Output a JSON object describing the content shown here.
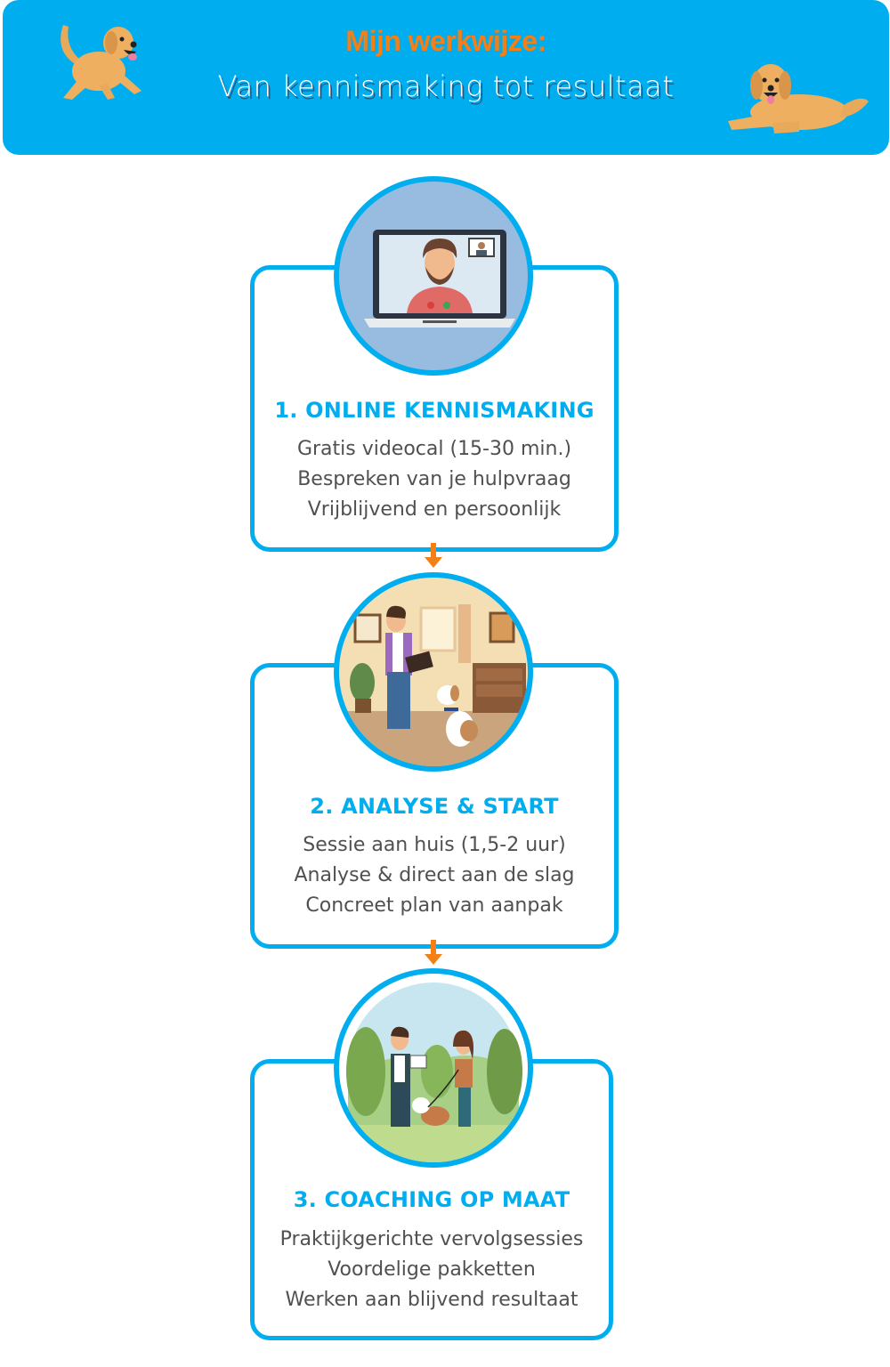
{
  "banner": {
    "title": "Mijn werkwijze:",
    "subtitle": "Van kennismaking tot resultaat",
    "background_color": "#00aeef",
    "title_color": "#f47f16",
    "icons": [
      "running-dog-icon",
      "lying-dog-icon"
    ]
  },
  "steps": [
    {
      "title": "1. ONLINE KENNISMAKING",
      "illustration": "video-call-laptop-illustration",
      "lines": [
        "Gratis videocal (15-30 min.)",
        "Bespreken van je hulpvraag",
        "Vrijblijvend en persoonlijk"
      ]
    },
    {
      "title": "2. ANALYSE & START",
      "illustration": "home-session-trainer-dog-illustration",
      "lines": [
        "Sessie aan huis (1,5-2 uur)",
        "Analyse & direct aan de slag",
        "Concreet plan van aanpak"
      ]
    },
    {
      "title": "3. COACHING OP MAAT",
      "illustration": "park-coaching-walk-illustration",
      "lines": [
        "Praktijkgerichte vervolgsessies",
        "Voordelige pakketten",
        "Werken aan blijvend resultaat"
      ]
    }
  ],
  "colors": {
    "accent_blue": "#00aeef",
    "arrow_orange": "#f47f16",
    "body_text": "#505050"
  }
}
